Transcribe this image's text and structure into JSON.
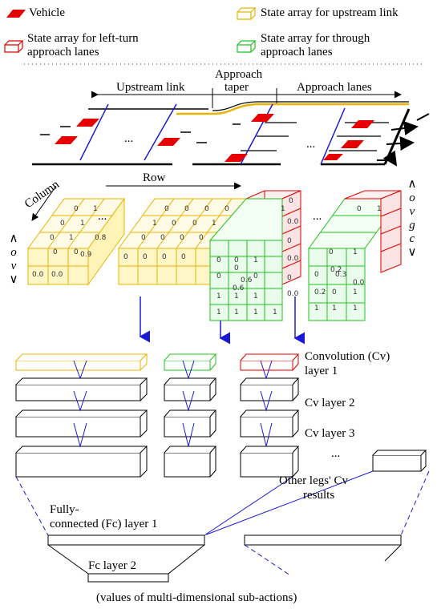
{
  "legend": {
    "vehicle": "Vehicle",
    "upstream": "State array for upstream link",
    "leftturn_1": "State array for left-turn",
    "leftturn_2": "approach lanes",
    "through_1": "State array for through",
    "through_2": "approach lanes"
  },
  "road": {
    "approach_taper_1": "Approach",
    "approach_taper_2": "taper",
    "upstream_link": "Upstream link",
    "approach_lanes": "Approach lanes",
    "ellipsis": "..."
  },
  "grid": {
    "row": "Row",
    "column": "Column",
    "ellipsis": "...",
    "left_channels": [
      "∧",
      "o",
      "v",
      "∨"
    ],
    "right_channels": [
      "∧",
      "o",
      "v",
      "g",
      "c",
      "∨"
    ]
  },
  "layers": {
    "conv1_1": "Convolution (Cv)",
    "conv1_2": "layer 1",
    "conv2": "Cv layer 2",
    "conv3": "Cv layer 3",
    "ellipsis": "...",
    "other_1": "Other legs' Cv",
    "other_2": "results",
    "fc1_1": "Fully-",
    "fc1_2": "connected (Fc) layer 1",
    "fc2": "Fc layer 2",
    "output": "(values of multi-dimensional sub-actions)"
  },
  "colors": {
    "vehicle": "#e60000",
    "upstream": "#e8b400",
    "leftturn": "#e00000",
    "through": "#22c022",
    "network": "#000000",
    "arrow": "#1a1ad6"
  },
  "cells": {
    "upstream_a": [
      "0",
      "1",
      "0",
      "1",
      "0",
      "1",
      "0.8",
      "0",
      "0",
      "0.9",
      "0.0",
      "0.0"
    ],
    "upstream_b": [
      "0",
      "0",
      "0",
      "0",
      "1",
      "0",
      "0",
      "1",
      "0",
      "0",
      "0",
      "0",
      "0",
      "0",
      "0",
      "0"
    ],
    "leftturn": [
      "0",
      "1",
      "0.0",
      "0",
      "0.0",
      "0",
      "0.0"
    ],
    "through_a": [
      "0",
      "0",
      "1",
      "0",
      "0",
      "0.6",
      "0",
      "0.6",
      "1",
      "1",
      "1",
      "1",
      "1",
      "1",
      "1"
    ],
    "through_b": [
      "0",
      "1",
      "0",
      "1",
      "0.2",
      "0",
      "0.3",
      "0.0",
      "0.2",
      "0",
      "1",
      "1",
      "1",
      "1"
    ]
  }
}
